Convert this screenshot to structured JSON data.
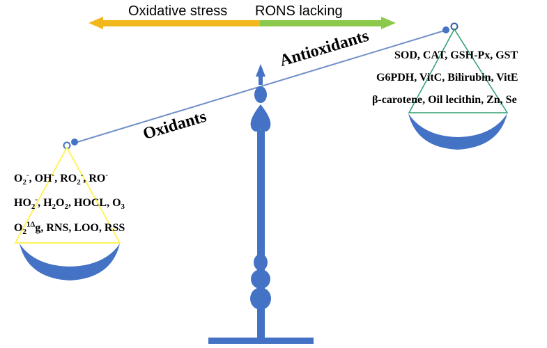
{
  "top_arrow": {
    "left_label": "Oxidative stress",
    "right_label": "RONS lacking",
    "left_color": "#f2b81b",
    "right_color": "#8cc84b"
  },
  "beam": {
    "left_label": "Oxidants",
    "right_label": "Antioxidants",
    "color": "#4472c4",
    "line_color": "#6f8fc6"
  },
  "left_pan": {
    "triangle_color": "#fff35a",
    "lines": [
      [
        [
          "O",
          ""
        ],
        [
          "2",
          "sub"
        ],
        [
          "-",
          "sup"
        ],
        [
          ", OH",
          ""
        ],
        [
          "-",
          "sup"
        ],
        [
          ", RO",
          ""
        ],
        [
          "2",
          "sub"
        ],
        [
          "-",
          "sup"
        ],
        [
          ", RO",
          ""
        ],
        [
          "-",
          "sup"
        ]
      ],
      [
        [
          "HO",
          ""
        ],
        [
          "2",
          "sub"
        ],
        [
          "-",
          "sup"
        ],
        [
          ", H",
          ""
        ],
        [
          "2",
          "sub"
        ],
        [
          "O",
          ""
        ],
        [
          "2",
          "sub"
        ],
        [
          ", HOCL, O",
          ""
        ],
        [
          "3",
          "sub"
        ]
      ],
      [
        [
          "O",
          ""
        ],
        [
          "2",
          "sub"
        ],
        [
          "1Δ",
          "sup"
        ],
        [
          "g, RNS, LOO, RSS",
          ""
        ]
      ]
    ]
  },
  "right_pan": {
    "triangle_color": "#2e9e6e",
    "lines": [
      "SOD, CAT, GSH-Px, GST",
      "G6PDH, VitC, Bilirubin, VitE",
      "β-carotene, Oil lecithin, Zn, Se"
    ]
  },
  "stand_color": "#4472c4"
}
